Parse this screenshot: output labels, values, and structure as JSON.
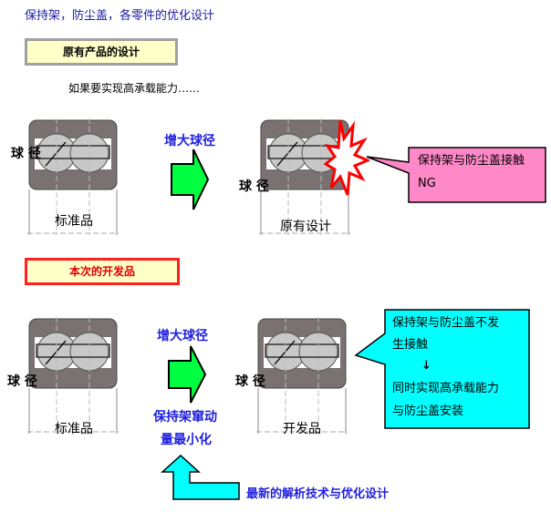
{
  "title": "保持架，防尘盖，各零件的优化设计",
  "section_original": "原有产品的设计",
  "note": "如果要实现高承载能力……",
  "ball_diameter_label": "球 径",
  "increase_ball": "增大球径",
  "standard": "标准品",
  "original_design": "原有设计",
  "ng_callout": {
    "line1": "保持架与防尘盖接触",
    "line2": "NG"
  },
  "section_new": "本次的开发品",
  "minimize_line1": "保持架窜动",
  "minimize_line2": "量最小化",
  "developed": "开发品",
  "ok_callout": {
    "line1": "保持架与防尘盖不发",
    "line2": "生接触",
    "arrow": "↓",
    "line3": "同时实现高承载能力",
    "line4": "与防尘盖安装"
  },
  "bottom_text": "最新的解析技术与优化设计",
  "colors": {
    "green": "#00ff40",
    "cyan": "#00ffff",
    "pink": "#ff88c8",
    "blue": "#2020e0"
  }
}
